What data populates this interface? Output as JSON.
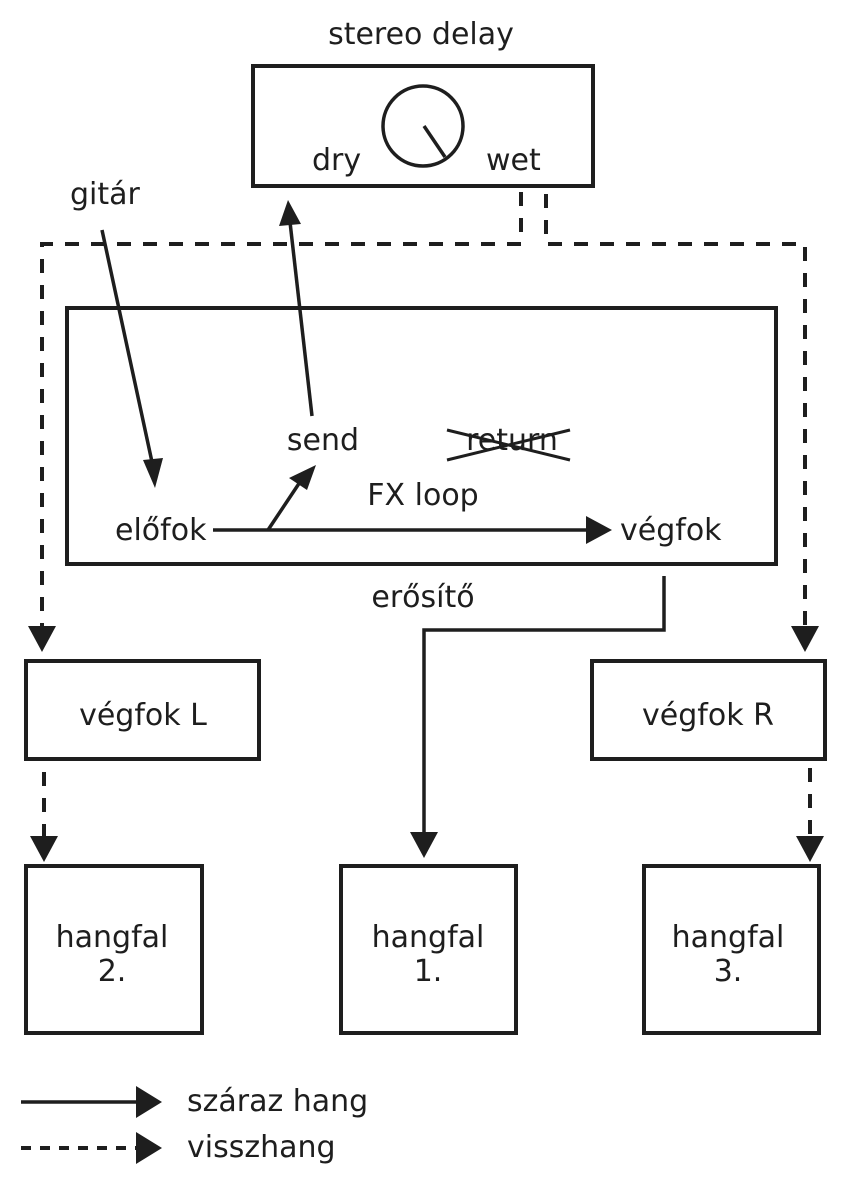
{
  "diagram": {
    "nodes": {
      "stereo_delay": {
        "title": "stereo delay",
        "dry": "dry",
        "wet": "wet"
      },
      "guitar": {
        "label": "gitár"
      },
      "amplifier": {
        "label": "erősítő",
        "preamp": "előfok",
        "power_amp": "végfok",
        "send": "send",
        "return": "return",
        "fx_loop": "FX loop"
      },
      "power_amp_left": {
        "label": "végfok L"
      },
      "power_amp_right": {
        "label": "végfok R"
      },
      "speaker_1": {
        "line1": "hangfal",
        "line2": "1."
      },
      "speaker_2": {
        "line1": "hangfal",
        "line2": "2."
      },
      "speaker_3": {
        "line1": "hangfal",
        "line2": "3."
      }
    },
    "edges": [
      {
        "from": "gitár",
        "to": "előfok",
        "style": "solid"
      },
      {
        "from": "előfok",
        "to": "végfok",
        "style": "solid"
      },
      {
        "from": "előfok",
        "to": "send",
        "style": "solid"
      },
      {
        "from": "send",
        "to": "stereo delay (dry)",
        "style": "solid"
      },
      {
        "from": "stereo delay (wet)",
        "to": "végfok L",
        "style": "dashed"
      },
      {
        "from": "stereo delay (wet)",
        "to": "végfok R",
        "style": "dashed"
      },
      {
        "from": "végfok",
        "to": "hangfal 1.",
        "style": "solid"
      },
      {
        "from": "végfok L",
        "to": "hangfal 2.",
        "style": "dashed"
      },
      {
        "from": "végfok R",
        "to": "hangfal 3.",
        "style": "dashed"
      }
    ],
    "return_crossed_out": true,
    "legend": [
      {
        "style": "solid",
        "label": "száraz hang"
      },
      {
        "style": "dashed",
        "label": "visszhang"
      }
    ]
  }
}
